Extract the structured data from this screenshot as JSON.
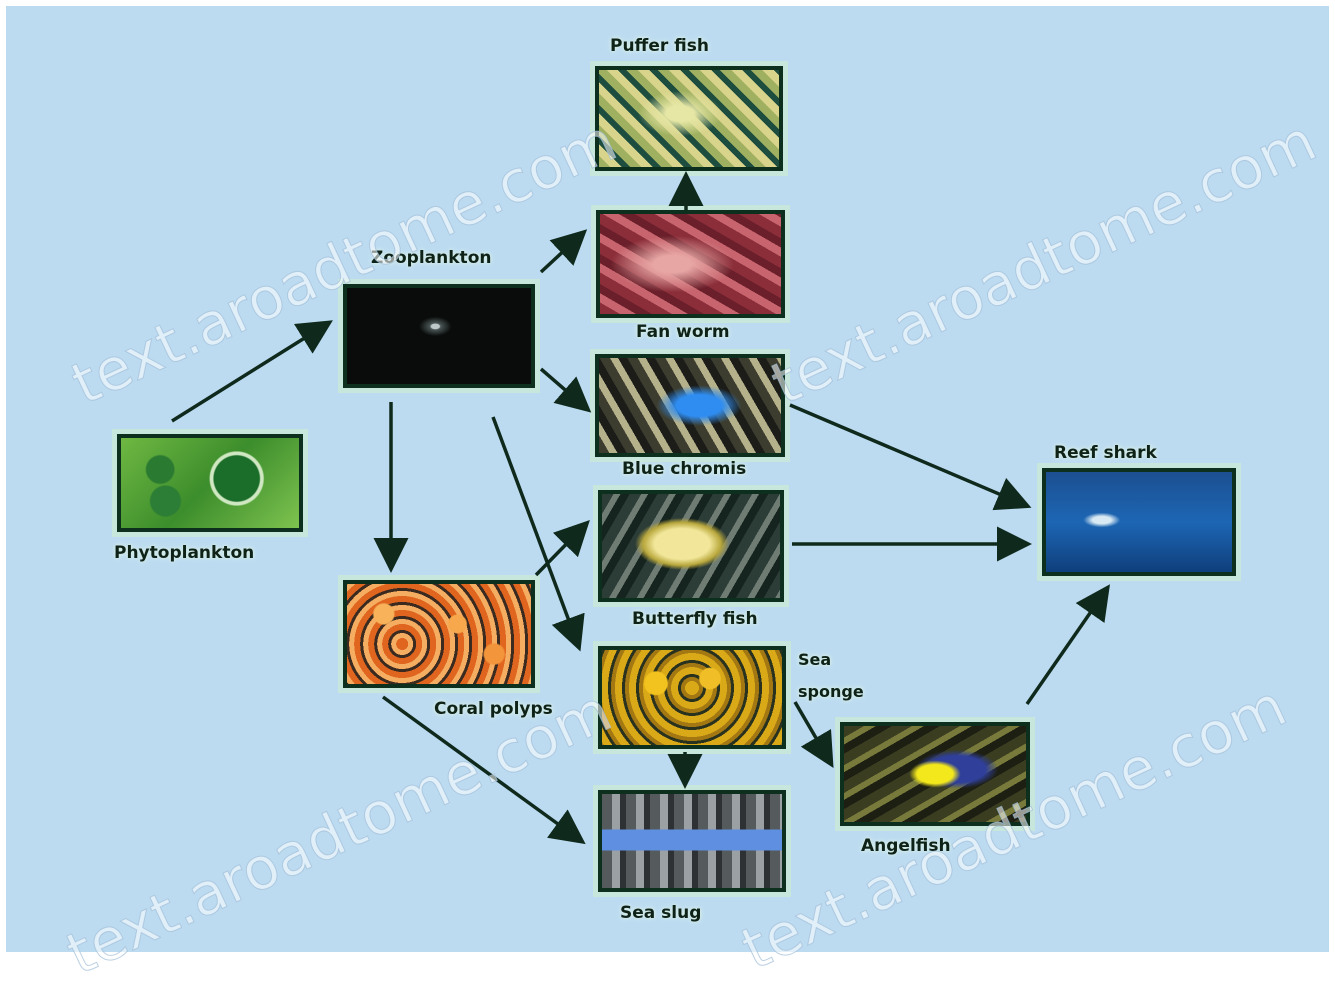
{
  "diagram": {
    "colors": {
      "background": "#bcdbf1",
      "frame": "#0d2f1e",
      "halo": "#c7e6dc",
      "arrow": "#0f2a1c"
    },
    "nodes": [
      {
        "id": "phytoplankton",
        "label": "Phytoplankton"
      },
      {
        "id": "zooplankton",
        "label": "Zooplankton"
      },
      {
        "id": "puffer",
        "label": "Puffer fish"
      },
      {
        "id": "fanworm",
        "label": "Fan worm"
      },
      {
        "id": "chromis",
        "label": "Blue chromis"
      },
      {
        "id": "butterfly",
        "label": "Butterfly fish"
      },
      {
        "id": "coral",
        "label": "Coral polyps"
      },
      {
        "id": "sponge",
        "label_line1": "Sea",
        "label_line2": "sponge"
      },
      {
        "id": "seaslug",
        "label": "Sea slug"
      },
      {
        "id": "angelfish",
        "label": "Angelfish"
      },
      {
        "id": "shark",
        "label": "Reef shark"
      }
    ],
    "edges": [
      {
        "from": "phytoplankton",
        "to": "zooplankton"
      },
      {
        "from": "zooplankton",
        "to": "fanworm"
      },
      {
        "from": "zooplankton",
        "to": "chromis"
      },
      {
        "from": "zooplankton",
        "to": "coral"
      },
      {
        "from": "zooplankton",
        "to": "sponge"
      },
      {
        "from": "fanworm",
        "to": "puffer"
      },
      {
        "from": "coral",
        "to": "butterfly"
      },
      {
        "from": "coral",
        "to": "seaslug"
      },
      {
        "from": "sponge",
        "to": "seaslug"
      },
      {
        "from": "sponge",
        "to": "angelfish"
      },
      {
        "from": "chromis",
        "to": "shark"
      },
      {
        "from": "butterfly",
        "to": "shark"
      },
      {
        "from": "angelfish",
        "to": "shark"
      }
    ]
  },
  "watermark": {
    "text1": "text.aroadtome.com",
    "text2": "text.aroadtome.com",
    "text3": "text.aroadtome.com",
    "text4": "text.aroadtome.com"
  }
}
